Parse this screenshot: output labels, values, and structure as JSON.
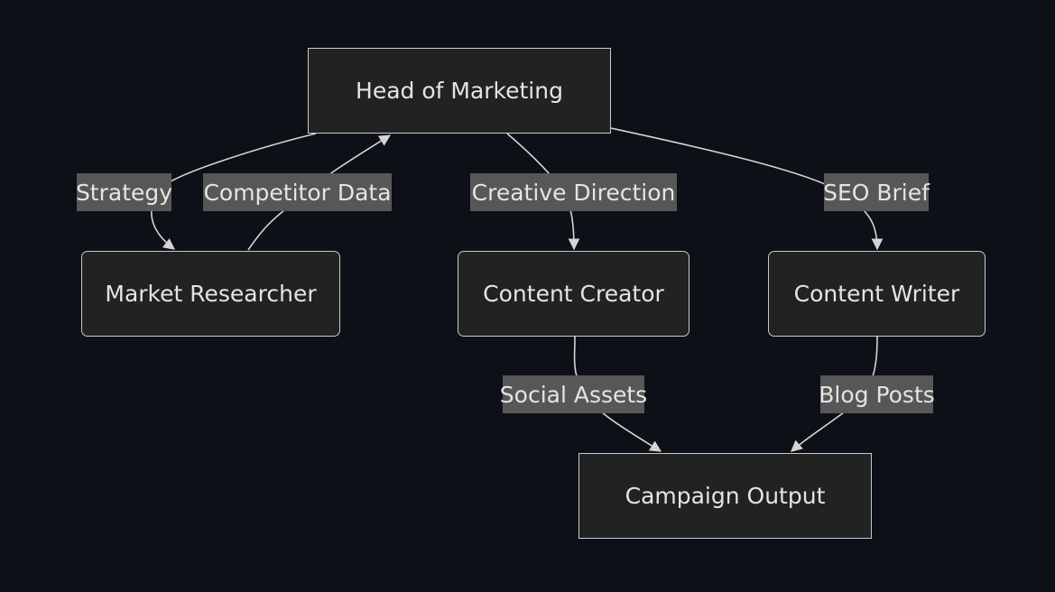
{
  "diagram": {
    "nodes": {
      "head": "Head of Marketing",
      "researcher": "Market Researcher",
      "creator": "Content Creator",
      "writer": "Content Writer",
      "campaign": "Campaign Output"
    },
    "edges": {
      "strategy": "Strategy",
      "competitor_data": "Competitor Data",
      "creative_direction": "Creative Direction",
      "seo_brief": "SEO Brief",
      "social_assets": "Social Assets",
      "blog_posts": "Blog Posts"
    },
    "colors": {
      "background": "#0d1017",
      "node_fill": "#212322",
      "node_border": "#c9c9c9",
      "edge_line": "#d4d4d4",
      "label_fill": "#575757",
      "text": "#e4e4e4"
    }
  }
}
